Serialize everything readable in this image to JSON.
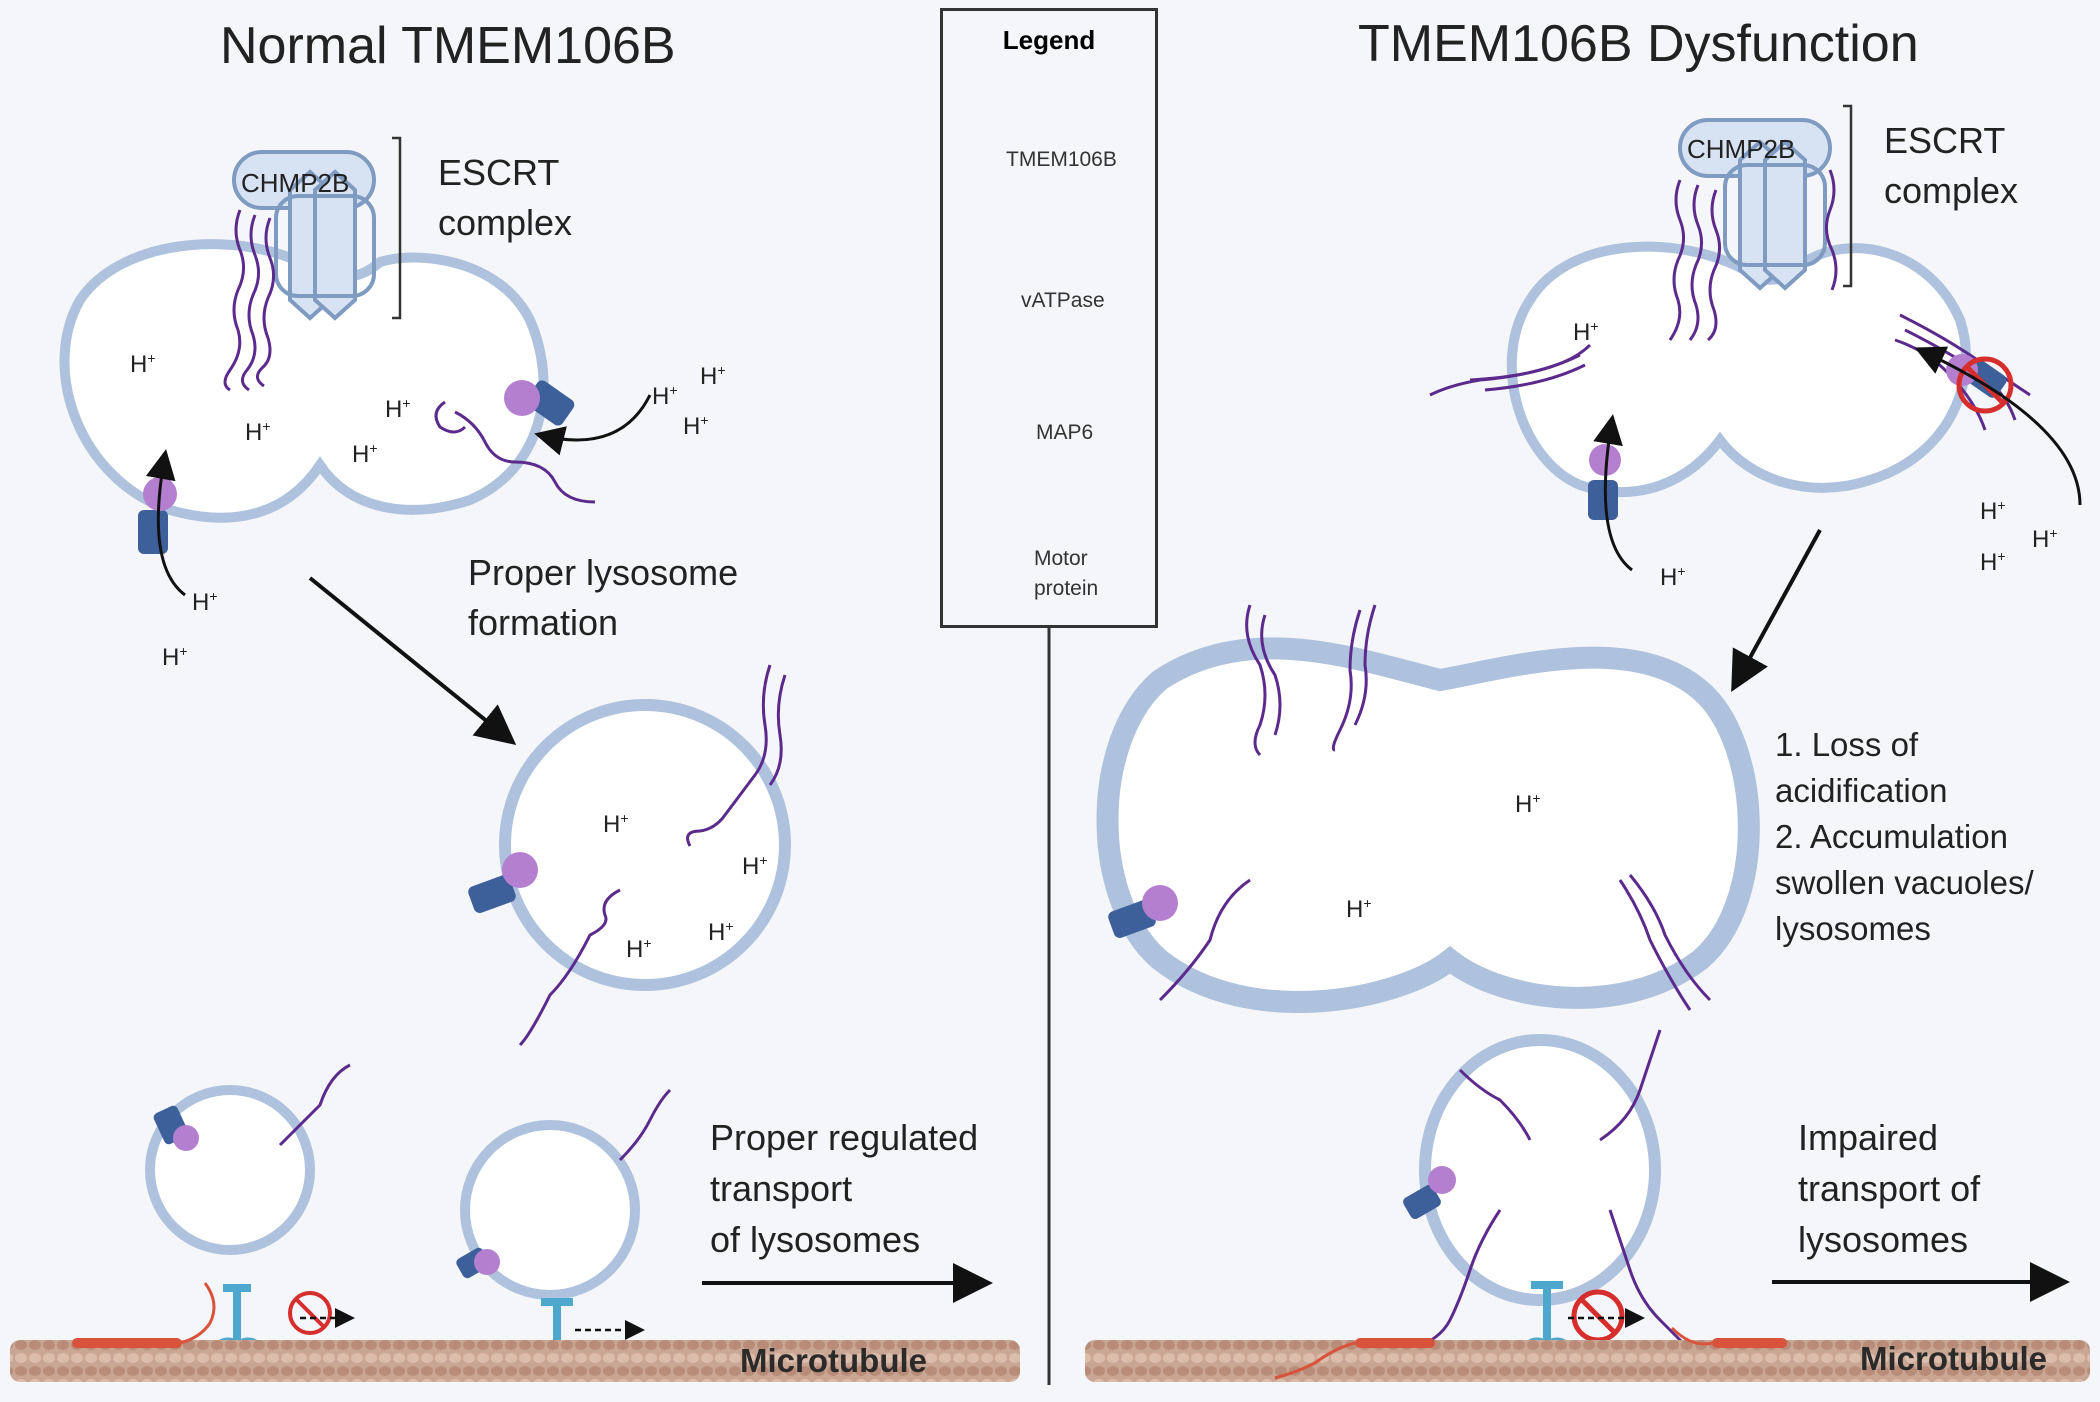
{
  "titles": {
    "left": "Normal TMEM106B",
    "right": "TMEM106B Dysfunction"
  },
  "escrt": {
    "left": {
      "chmp2b": "CHMP2B",
      "label_line1": "ESCRT",
      "label_line2": "complex"
    },
    "right": {
      "chmp2b": "CHMP2B",
      "label_line1": "ESCRT",
      "label_line2": "complex"
    }
  },
  "legend": {
    "title": "Legend",
    "items": [
      {
        "label": "TMEM106B",
        "icon": "tmem106b-icon"
      },
      {
        "label": "vATPase",
        "icon": "vatpase-icon"
      },
      {
        "label": "MAP6",
        "icon": "map6-icon"
      },
      {
        "label_line1": "Motor",
        "label_line2": "protein",
        "icon": "motor-protein-icon"
      }
    ]
  },
  "left_labels": {
    "formation_line1": "Proper lysosome",
    "formation_line2": "formation",
    "transport_line1": "Proper regulated",
    "transport_line2": "transport",
    "transport_line3": "of lysosomes"
  },
  "right_labels": {
    "effect_1a": "1.  Loss of",
    "effect_1b": "acidification",
    "effect_2a": "2. Accumulation",
    "effect_2b": "swollen vacuoles/",
    "effect_2c": "lysosomes",
    "transport_line1": "Impaired",
    "transport_line2": "transport of",
    "transport_line3": "lysosomes"
  },
  "proton": {
    "base": "H",
    "charge": "+"
  },
  "microtubule": {
    "left": "Microtubule",
    "right": "Microtubule"
  },
  "colors": {
    "membrane": "#aec2dd",
    "membrane_edge": "#7f9bc2",
    "tmem106b": "#5b2a8c",
    "vatpase_blue": "#3d5f9a",
    "vatpase_purple": "#b57fd0",
    "map6": "#d9533c",
    "motor": "#4ea7cc",
    "inhibit": "#d62d2d",
    "microtubule": "#c9a593"
  }
}
